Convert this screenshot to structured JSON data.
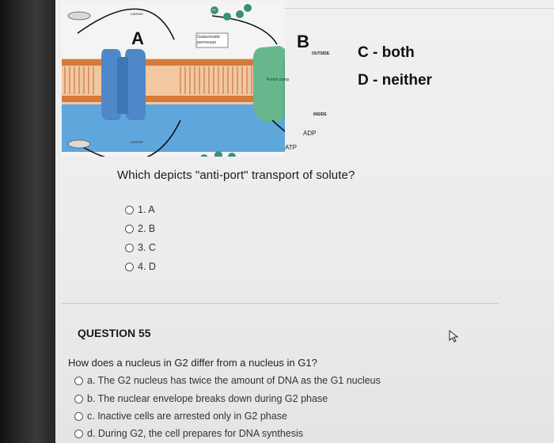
{
  "figure": {
    "label_a": "A",
    "label_b": "B",
    "lactose_top": "Lactose",
    "lactose_bottom": "Lactose",
    "galactoside_permease": "Galactoside permease",
    "proton_pump": "Proton pump",
    "outside": "OUTSIDE",
    "inside": "INSIDE",
    "atp": "ATP",
    "adp": "ADP",
    "hplus": "H+"
  },
  "side_options": {
    "c": "C - both",
    "d": "D - neither"
  },
  "question1": {
    "text": "Which depicts \"anti-port\" transport of solute?",
    "options": [
      "1. A",
      "2. B",
      "3. C",
      "4. D"
    ]
  },
  "question2": {
    "header": "QUESTION 55",
    "text": "How does a nucleus in G2 differ from a nucleus in G1?",
    "options": [
      "a. The G2 nucleus has twice the amount of DNA as the G1 nucleus",
      "b. The nuclear envelope breaks down during G2 phase",
      "c. Inactive cells are arrested only in G2 phase",
      "d. During G2, the cell prepares for DNA synthesis"
    ]
  },
  "colors": {
    "membrane_blue": "#5fa6dc",
    "head_orange": "#d47a3a",
    "pump_green": "#66b78e",
    "channel_blue": "#4f88c9"
  }
}
